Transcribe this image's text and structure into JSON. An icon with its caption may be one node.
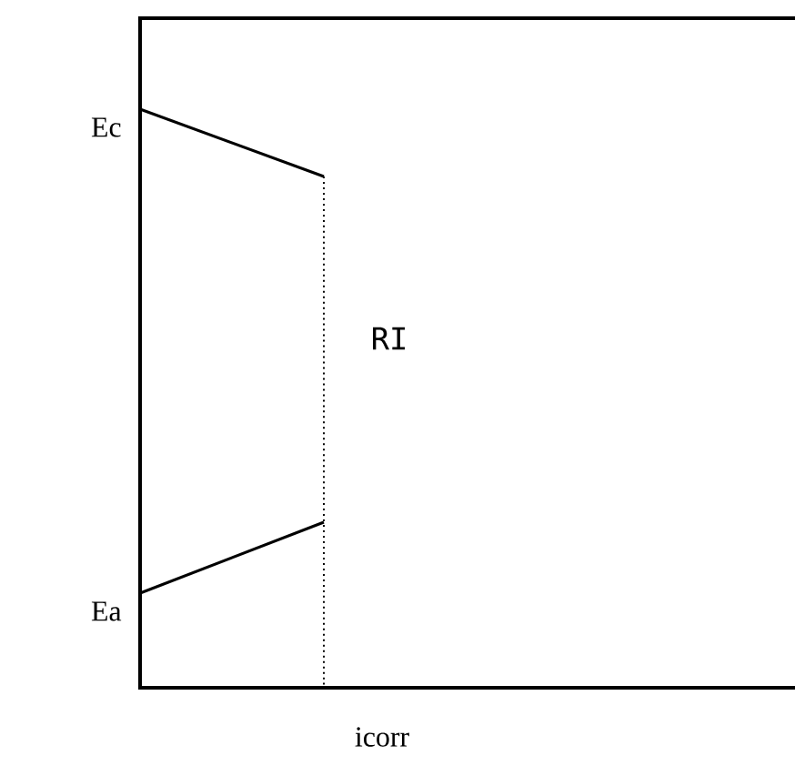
{
  "diagram": {
    "labels": [
      "Ec",
      "Ea",
      "RI",
      "icorr"
    ]
  }
}
